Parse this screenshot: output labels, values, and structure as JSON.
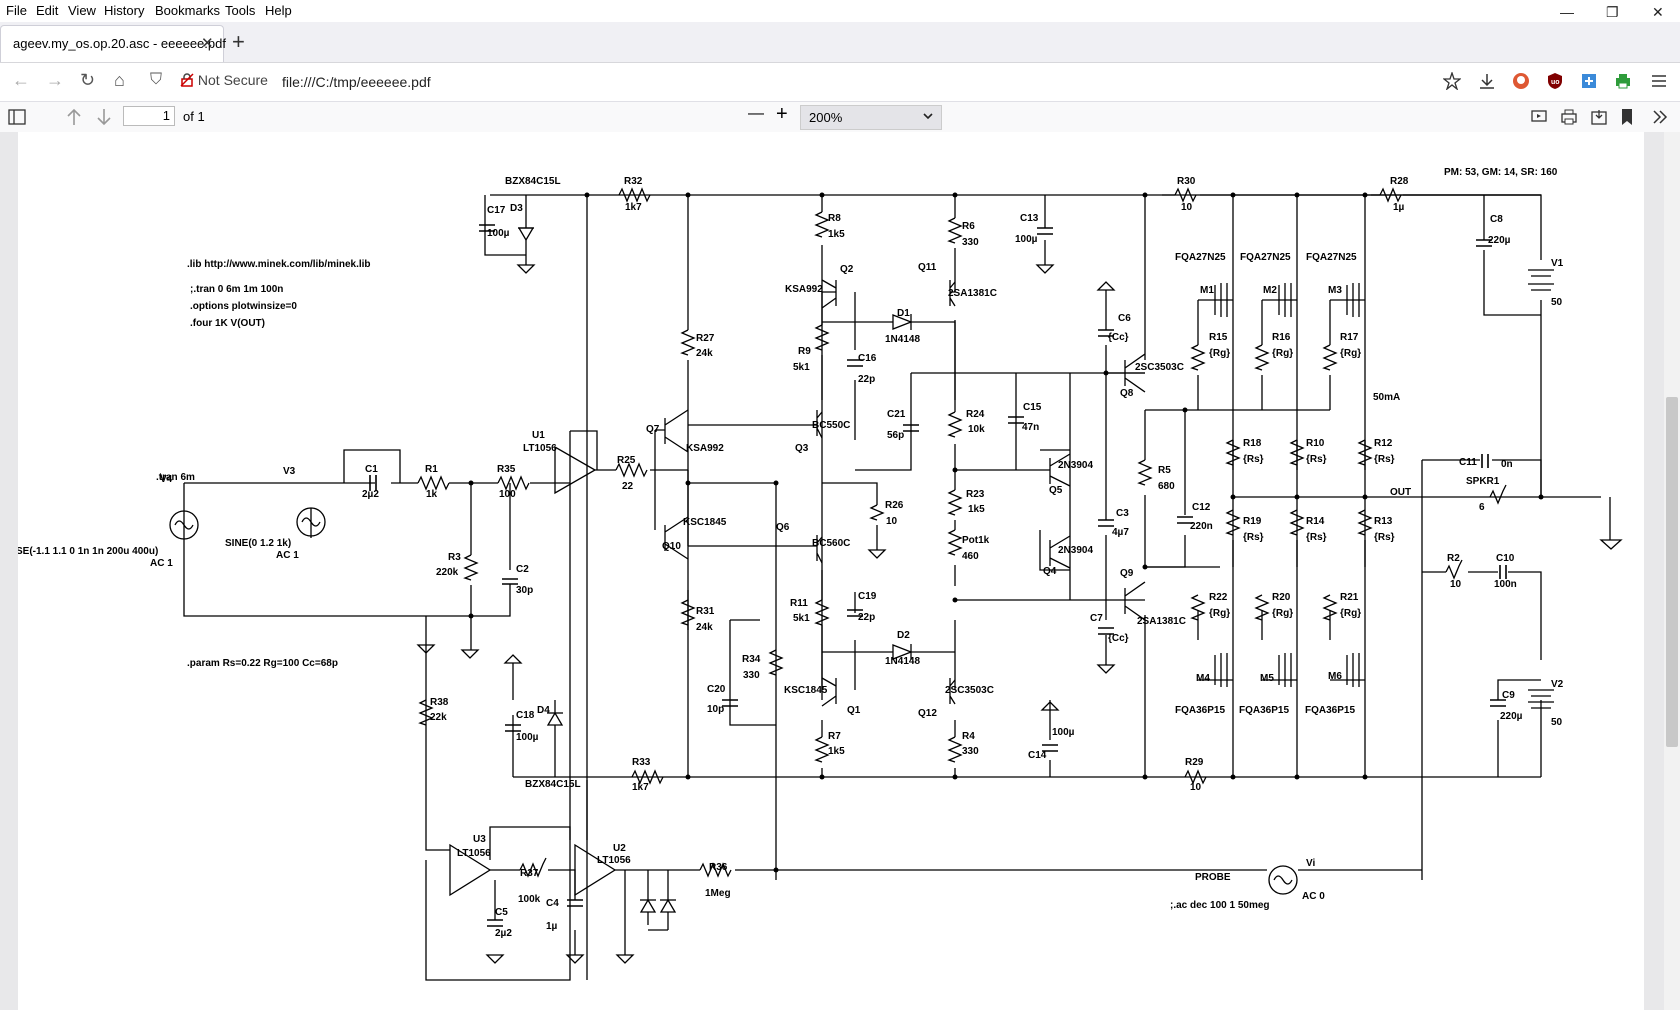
{
  "menu": {
    "file": "File",
    "edit": "Edit",
    "view": "View",
    "history": "History",
    "bookmarks": "Bookmarks",
    "tools": "Tools",
    "help": "Help"
  },
  "window": {
    "minimize": "—",
    "restore": "❐",
    "close": "✕"
  },
  "tab": {
    "title": "ageev.my_os.op.20.asc - eeeeee.pdf",
    "close": "✕",
    "new": "+"
  },
  "nav": {
    "back": "←",
    "forward": "→",
    "reload": "↻",
    "home": "⌂",
    "shield": "⛉",
    "not_secure": "Not Secure",
    "url": "file:///C:/tmp/eeeeee.pdf"
  },
  "pdf": {
    "page_value": "1",
    "page_of": "of 1",
    "zoom": "200%",
    "zoom_out": "—",
    "zoom_in": "+"
  },
  "schematic": {
    "stats": "PM: 53, GM: 14, SR: 160",
    "directives": [
      ".lib http://www.minek.com/lib/minek.lib",
      ";.tran 0 6m 1m 100n",
      ".options plotwinsize=0",
      ".four 1K V(OUT)"
    ],
    "param": ".param Rs=0.22 Rg=100 Cc=68p",
    "tran": ".tran 6m",
    "v4": "SE(-1.1 1.1 0 1n 1n 200u 400u)",
    "v4_ac": "AC 1",
    "v3": "SINE(0 1.2 1k)",
    "v3_ac": "AC 1",
    "probe": "PROBE",
    "vi_ac": "AC 0",
    "ac": ";.ac dec 100 1 50meg",
    "out": "OUT",
    "current": "50mA",
    "labels": [
      [
        "V4",
        160,
        482
      ],
      [
        "V3",
        283,
        474
      ],
      [
        "C1",
        365,
        472
      ],
      [
        "2µ2",
        362,
        497
      ],
      [
        "R1",
        425,
        472
      ],
      [
        "1k",
        426,
        497
      ],
      [
        "R35",
        497,
        472
      ],
      [
        "100",
        499,
        497
      ],
      [
        "R3",
        448,
        560
      ],
      [
        "220k",
        436,
        575
      ],
      [
        "C2",
        516,
        572
      ],
      [
        "30p",
        516,
        593
      ],
      [
        "R38",
        430,
        705
      ],
      [
        "22k",
        430,
        720
      ],
      [
        "U1",
        532,
        438
      ],
      [
        "LT1056",
        523,
        451
      ],
      [
        "R25",
        617,
        463
      ],
      [
        "22",
        622,
        489
      ],
      [
        "BZX84C15L",
        505,
        184
      ],
      [
        "D3",
        510,
        211
      ],
      [
        "C17",
        487,
        213
      ],
      [
        "100µ",
        487,
        236
      ],
      [
        "R32",
        624,
        184
      ],
      [
        "1k7",
        625,
        210
      ],
      [
        "R27",
        696,
        341
      ],
      [
        "24k",
        696,
        356
      ],
      [
        "Q7",
        646,
        432
      ],
      [
        "KSA992",
        686,
        451
      ],
      [
        "Q10",
        662,
        549
      ],
      [
        "KSC1845",
        683,
        525
      ],
      [
        "R31",
        696,
        614
      ],
      [
        "24k",
        696,
        630
      ],
      [
        "C20",
        707,
        692
      ],
      [
        "10p",
        707,
        712
      ],
      [
        "R34",
        742,
        662
      ],
      [
        "330",
        743,
        678
      ],
      [
        "C18",
        516,
        718
      ],
      [
        "100µ",
        516,
        740
      ],
      [
        "D4",
        537,
        713
      ],
      [
        "BZX84C15L",
        525,
        787
      ],
      [
        "R33",
        632,
        765
      ],
      [
        "1k7",
        632,
        790
      ],
      [
        "R8",
        828,
        221
      ],
      [
        "1k5",
        828,
        237
      ],
      [
        "Q2",
        840,
        272
      ],
      [
        "KSA992",
        785,
        292
      ],
      [
        "R9",
        798,
        354
      ],
      [
        "5k1",
        793,
        370
      ],
      [
        "C16",
        858,
        361
      ],
      [
        "22p",
        858,
        382
      ],
      [
        "Q3",
        795,
        451
      ],
      [
        "BC550C",
        812,
        428
      ],
      [
        "R26",
        885,
        508
      ],
      [
        "10",
        886,
        524
      ],
      [
        "Q6",
        776,
        530
      ],
      [
        "BC560C",
        812,
        546
      ],
      [
        "R11",
        790,
        606
      ],
      [
        "5k1",
        793,
        621
      ],
      [
        "C19",
        858,
        599
      ],
      [
        "22p",
        858,
        620
      ],
      [
        "Q1",
        847,
        713
      ],
      [
        "KSC1845",
        784,
        693
      ],
      [
        "R7",
        828,
        739
      ],
      [
        "1k5",
        828,
        754
      ],
      [
        "R6",
        962,
        229
      ],
      [
        "330",
        962,
        245
      ],
      [
        "Q11",
        918,
        270
      ],
      [
        "2SA1381C",
        948,
        296
      ],
      [
        "D1",
        897,
        316
      ],
      [
        "1N4148",
        885,
        342
      ],
      [
        "C21",
        887,
        417
      ],
      [
        "56p",
        887,
        438
      ],
      [
        "R24",
        966,
        417
      ],
      [
        "10k",
        968,
        432
      ],
      [
        "R23",
        966,
        497
      ],
      [
        "1k5",
        968,
        512
      ],
      [
        "Pot1k",
        962,
        543
      ],
      [
        "460",
        962,
        559
      ],
      [
        "D2",
        897,
        638
      ],
      [
        "1N4148",
        885,
        664
      ],
      [
        "Q12",
        918,
        716
      ],
      [
        "2SC3503C",
        945,
        693
      ],
      [
        "R4",
        962,
        739
      ],
      [
        "330",
        962,
        754
      ],
      [
        "C13",
        1020,
        221
      ],
      [
        "100µ",
        1015,
        242
      ],
      [
        "C15",
        1023,
        410
      ],
      [
        "47n",
        1022,
        430
      ],
      [
        "Q5",
        1049,
        493
      ],
      [
        "2N3904",
        1058,
        468
      ],
      [
        "Q4",
        1043,
        574
      ],
      [
        "2N3904",
        1058,
        553
      ],
      [
        "C14",
        1028,
        758
      ],
      [
        "100µ",
        1052,
        735
      ],
      [
        "C6",
        1118,
        321
      ],
      [
        "{Cc}",
        1108,
        340
      ],
      [
        "C3",
        1116,
        516
      ],
      [
        "4µ7",
        1112,
        535
      ],
      [
        "C7",
        1090,
        621
      ],
      [
        "{Cc}",
        1108,
        641
      ],
      [
        "Q8",
        1120,
        396
      ],
      [
        "2SC3503C",
        1135,
        370
      ],
      [
        "Q9",
        1120,
        576
      ],
      [
        "2SA1381C",
        1137,
        624
      ],
      [
        "R5",
        1158,
        473
      ],
      [
        "680",
        1158,
        489
      ],
      [
        "R30",
        1177,
        184
      ],
      [
        "10",
        1181,
        210
      ],
      [
        "C12",
        1192,
        510
      ],
      [
        "220n",
        1190,
        529
      ],
      [
        "R29",
        1185,
        765
      ],
      [
        "10",
        1190,
        790
      ],
      [
        "FQA27N25",
        1175,
        260
      ],
      [
        "M1",
        1200,
        293
      ],
      [
        "FQA27N25",
        1240,
        260
      ],
      [
        "M2",
        1263,
        293
      ],
      [
        "FQA27N25",
        1306,
        260
      ],
      [
        "M3",
        1328,
        293
      ],
      [
        "R15",
        1209,
        340
      ],
      [
        "{Rg}",
        1209,
        356
      ],
      [
        "R16",
        1272,
        340
      ],
      [
        "{Rg}",
        1272,
        356
      ],
      [
        "R17",
        1340,
        340
      ],
      [
        "{Rg}",
        1340,
        356
      ],
      [
        "R18",
        1243,
        446
      ],
      [
        "{Rs}",
        1243,
        462
      ],
      [
        "R10",
        1306,
        446
      ],
      [
        "{Rs}",
        1306,
        462
      ],
      [
        "R12",
        1374,
        446
      ],
      [
        "{Rs}",
        1374,
        462
      ],
      [
        "R19",
        1243,
        524
      ],
      [
        "{Rs}",
        1243,
        540
      ],
      [
        "R14",
        1306,
        524
      ],
      [
        "{Rs}",
        1306,
        540
      ],
      [
        "R13",
        1374,
        524
      ],
      [
        "{Rs}",
        1374,
        540
      ],
      [
        "R22",
        1209,
        600
      ],
      [
        "{Rg}",
        1209,
        616
      ],
      [
        "R20",
        1272,
        600
      ],
      [
        "{Rg}",
        1272,
        616
      ],
      [
        "R21",
        1340,
        600
      ],
      [
        "{Rg}",
        1340,
        616
      ],
      [
        "M4",
        1196,
        681
      ],
      [
        "M5",
        1260,
        681
      ],
      [
        "M6",
        1328,
        679
      ],
      [
        "FQA36P15",
        1175,
        713
      ],
      [
        "FQA36P15",
        1239,
        713
      ],
      [
        "FQA36P15",
        1305,
        713
      ],
      [
        "R28",
        1390,
        184
      ],
      [
        "1µ",
        1393,
        210
      ],
      [
        "C8",
        1490,
        222
      ],
      [
        "220µ",
        1488,
        243
      ],
      [
        "V1",
        1551,
        266
      ],
      [
        "50",
        1551,
        305
      ],
      [
        "C11",
        1459,
        465
      ],
      [
        "0n",
        1501,
        467
      ],
      [
        "SPKR1",
        1466,
        484
      ],
      [
        "6",
        1479,
        510
      ],
      [
        "R2",
        1447,
        561
      ],
      [
        "10",
        1450,
        587
      ],
      [
        "C10",
        1496,
        561
      ],
      [
        "100n",
        1494,
        587
      ],
      [
        "C9",
        1502,
        698
      ],
      [
        "220µ",
        1500,
        719
      ],
      [
        "V2",
        1551,
        687
      ],
      [
        "50",
        1551,
        725
      ],
      [
        "U3",
        473,
        842
      ],
      [
        "LT1056",
        457,
        856
      ],
      [
        "R37",
        520,
        876
      ],
      [
        "100k",
        518,
        902
      ],
      [
        "C4",
        546,
        906
      ],
      [
        "1µ",
        546,
        929
      ],
      [
        "C5",
        495,
        915
      ],
      [
        "2µ2",
        495,
        936
      ],
      [
        "U2",
        613,
        851
      ],
      [
        "LT1056",
        597,
        863
      ],
      [
        "R36",
        709,
        870
      ],
      [
        "1Meg",
        705,
        896
      ],
      [
        "Vi",
        1306,
        866
      ]
    ]
  }
}
